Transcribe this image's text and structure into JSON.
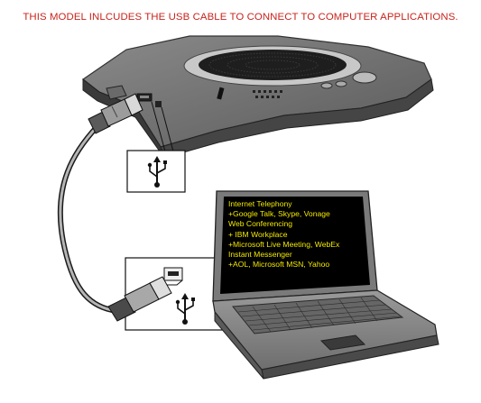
{
  "header": {
    "text": "THIS MODEL INLCUDES THE USB CABLE TO CONNECT TO COMPUTER APPLICATIONS.",
    "color": "#c8241c"
  },
  "laptop_screen": {
    "lines": [
      "Internet Telephony",
      "+Google Talk, Skype, Vonage",
      "Web Conferencing",
      "+ IBM Workplace",
      "+Microsoft Live Meeting, WebEx",
      "Instant Messenger",
      "+AOL, Microsoft MSN, Yahoo"
    ],
    "text_color": "#f2e800",
    "background_color": "#000000"
  },
  "icons": [
    "speakerphone",
    "usb-symbol",
    "usb-symbol",
    "usb-plug",
    "usb-plug",
    "usb-port",
    "laptop"
  ]
}
